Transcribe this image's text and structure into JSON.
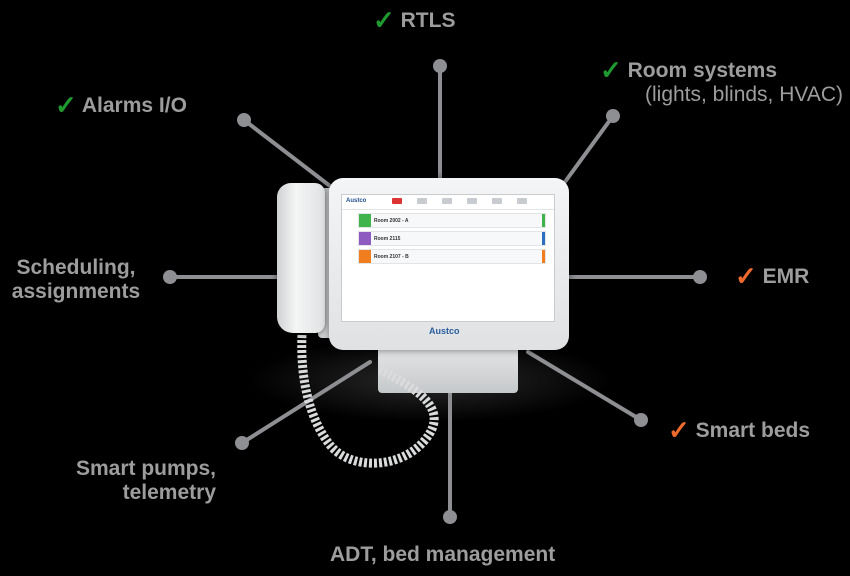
{
  "labels": {
    "rtls": "RTLS",
    "room_systems": "Room systems",
    "room_systems_sub": "(lights, blinds, HVAC)",
    "alarms": "Alarms I/O",
    "scheduling_1": "Scheduling,",
    "scheduling_2": "assignments",
    "emr": "EMR",
    "smart_beds": "Smart beds",
    "pumps_1": "Smart pumps,",
    "pumps_2": "telemetry",
    "adt": "ADT, bed management"
  },
  "device": {
    "brand": "Austco",
    "rooms": [
      "Room 2002 - A",
      "Room 2115",
      "Room 2107 - B"
    ]
  },
  "colors": {
    "check_green": "#1e9a2f",
    "check_orange": "#ee6a2c",
    "label_gray": "#9d9d9d",
    "line": "#8d8f93"
  },
  "icons": {
    "check": "checkmark-icon"
  }
}
